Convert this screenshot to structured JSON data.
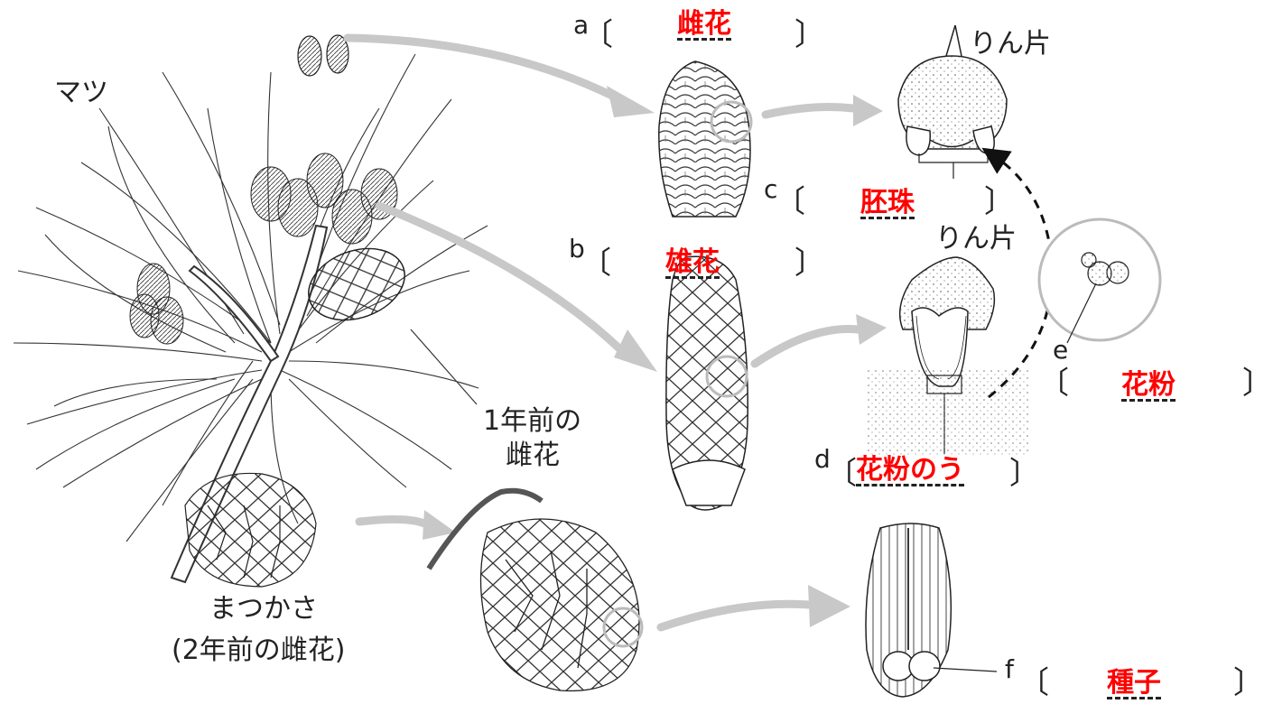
{
  "labels": {
    "pine": "マツ",
    "scale_top": "りん片",
    "scale_mid": "りん片",
    "last_year_line1": "1年前の",
    "last_year_line2": "雌花",
    "cone_line1": "まつかさ",
    "cone_line2": "(2年前の雌花)"
  },
  "blanks": [
    {
      "letter": "a",
      "answer": "雌花"
    },
    {
      "letter": "b",
      "answer": "雄花"
    },
    {
      "letter": "c",
      "answer": "胚珠"
    },
    {
      "letter": "d",
      "answer": "花粉のう"
    },
    {
      "letter": "e",
      "answer": "花粉"
    },
    {
      "letter": "f",
      "answer": "種子"
    }
  ],
  "brackets": {
    "open": "〔",
    "close": "〕"
  },
  "colors": {
    "answer": "#ff0000",
    "arrow": "#c8c8c8",
    "ink": "#222222"
  }
}
